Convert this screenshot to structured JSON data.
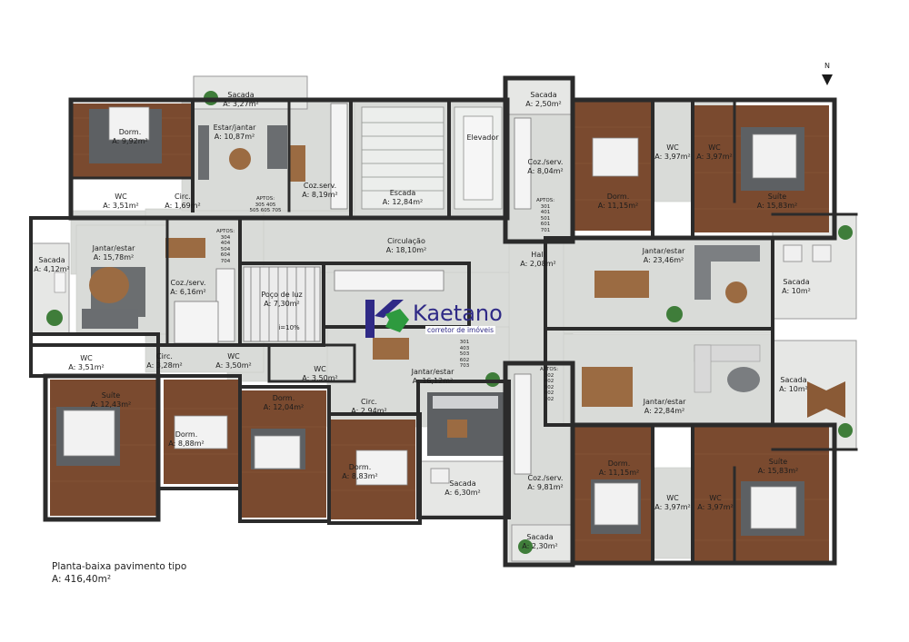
{
  "title": {
    "line1": "Planta-baixa pavimento tipo",
    "line2": "A: 416,40m²"
  },
  "north": "N",
  "logo": {
    "brand": "Kaetano",
    "tagline": "corretor de imóveis",
    "accent": "#2f2a86",
    "mark": "#2e9a3f"
  },
  "colors": {
    "wall": "#2b2b2b",
    "floor_tile": "#d9dbd8",
    "floor_wood": "#7a4a2f",
    "rug": "#5d6063",
    "grass": "#3f7d3a"
  },
  "rooms": [
    {
      "name": "Sacada",
      "area": "A: 3,27m²"
    },
    {
      "name": "Dorm.",
      "area": "A: 9,92m²"
    },
    {
      "name": "Estar/jantar",
      "area": "A: 10,87m²"
    },
    {
      "name": "Coz.serv.",
      "area": "A: 8,19m²"
    },
    {
      "name": "WC",
      "area": "A: 3,51m²"
    },
    {
      "name": "Circ.",
      "area": "A: 1,69m²"
    },
    {
      "name": "Escada",
      "area": "A: 12,84m²"
    },
    {
      "name": "Elevador",
      "area": ""
    },
    {
      "name": "Circulação",
      "area": "A: 18,10m²"
    },
    {
      "name": "Sacada",
      "area": "A: 2,50m²"
    },
    {
      "name": "Coz./serv.",
      "area": "A: 8,04m²"
    },
    {
      "name": "Dorm.",
      "area": "A: 11,15m²"
    },
    {
      "name": "WC",
      "area": "A: 3,97m²"
    },
    {
      "name": "WC",
      "area": "A: 3,97m²"
    },
    {
      "name": "Suíte",
      "area": "A: 15,83m²"
    },
    {
      "name": "Jantar/estar",
      "area": "A: 15,78m²"
    },
    {
      "name": "Sacada",
      "area": "A: 4,12m²"
    },
    {
      "name": "Coz./serv.",
      "area": "A: 6,16m²"
    },
    {
      "name": "Poço de luz",
      "area": "A: 7,30m²"
    },
    {
      "name": "Hall",
      "area": "A: 2,08m²"
    },
    {
      "name": "Jantar/estar",
      "area": "A: 23,46m²"
    },
    {
      "name": "Sacada",
      "area": "A: 10m²"
    },
    {
      "name": "WC",
      "area": "A: 3,51m²"
    },
    {
      "name": "Circ.",
      "area": "A: 3,28m²"
    },
    {
      "name": "WC",
      "area": "A: 3,50m²"
    },
    {
      "name": "WC",
      "area": "A: 3,50m²"
    },
    {
      "name": "Jantar/estar",
      "area": "A: 16,12m²"
    },
    {
      "name": "Sacada",
      "area": "A: 10m²"
    },
    {
      "name": "Jantar/estar",
      "area": "A: 22,84m²"
    },
    {
      "name": "Suíte",
      "area": "A: 12,43m²"
    },
    {
      "name": "Dorm.",
      "area": "A: 8,88m²"
    },
    {
      "name": "Dorm.",
      "area": "A: 12,04m²"
    },
    {
      "name": "Circ.",
      "area": "A: 2,94m²"
    },
    {
      "name": "Dorm.",
      "area": "A: 8,83m²"
    },
    {
      "name": "Sacada",
      "area": "A: 6,30m²"
    },
    {
      "name": "Coz./serv.",
      "area": "A: 9,81m²"
    },
    {
      "name": "Dorm.",
      "area": "A: 11,15m²"
    },
    {
      "name": "WC",
      "area": "A: 3,97m²"
    },
    {
      "name": "WC",
      "area": "A: 3,97m²"
    },
    {
      "name": "Suíte",
      "area": "A: 15,83m²"
    },
    {
      "name": "Sacada",
      "area": "A: 2,30m²"
    }
  ],
  "apt_labels": [
    {
      "text": "APTOS:\n305 405\n505 605 705"
    },
    {
      "text": "APTOS:\n304\n404\n504\n604\n704"
    },
    {
      "text": "APTOS:\n301\n401\n501\n601\n701"
    },
    {
      "text": "301\n403\n503\n602\n703"
    },
    {
      "text": "APTOS:\n302\n402\n502\n602\n702"
    }
  ],
  "slope": "i=10%"
}
